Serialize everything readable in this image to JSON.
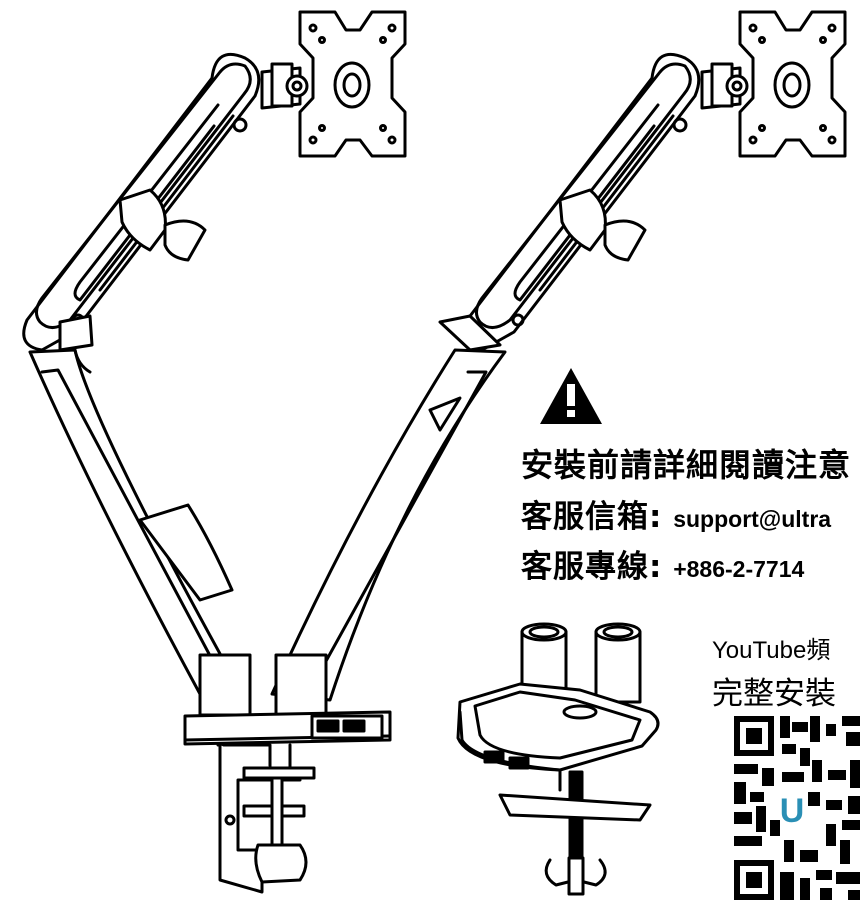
{
  "warning": {
    "icon": "warning-triangle-icon",
    "line1": "安裝前請詳細閱讀注意",
    "email_label": "客服信箱:",
    "email_value": "support@ultra",
    "phone_label": "客服專線:",
    "phone_value": "+886-2-7714"
  },
  "youtube": {
    "line1": "YouTube頻",
    "line2": "完整安裝",
    "qr_icon": "qr-code-icon",
    "qr_logo_letter": "U",
    "qr_logo_color": "#2a8fb5"
  },
  "illustrations": {
    "main": "dual-monitor-arm-illustration",
    "base": "clamp-base-illustration"
  }
}
